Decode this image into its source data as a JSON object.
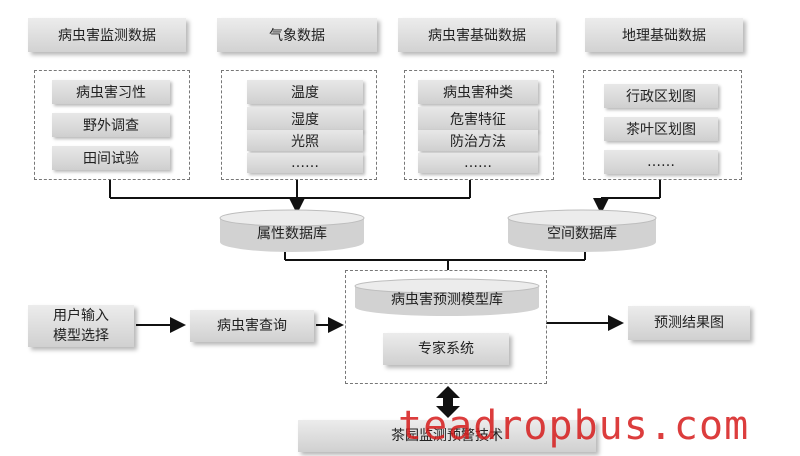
{
  "headers": [
    "病虫害监测数据",
    "气象数据",
    "病虫害基础数据",
    "地理基础数据"
  ],
  "groups": [
    {
      "items": [
        "病虫害习性",
        "野外调查",
        "田间试验"
      ]
    },
    {
      "items": [
        "温度",
        "湿度",
        "光照",
        "……"
      ]
    },
    {
      "items": [
        "病虫害种类",
        "危害特征",
        "防治方法",
        "……"
      ]
    },
    {
      "items": [
        "行政区划图",
        "茶叶区划图",
        "……"
      ]
    }
  ],
  "databases": {
    "attribute": "属性数据库",
    "spatial": "空间数据库"
  },
  "input": {
    "line1": "用户输入",
    "line2": "模型选择"
  },
  "query": "病虫害查询",
  "model_library": "病虫害预测模型库",
  "expert_system": "专家系统",
  "result": "预测结果图",
  "bottom": "茶园监测预警技术",
  "watermark": "teadropbus.com"
}
